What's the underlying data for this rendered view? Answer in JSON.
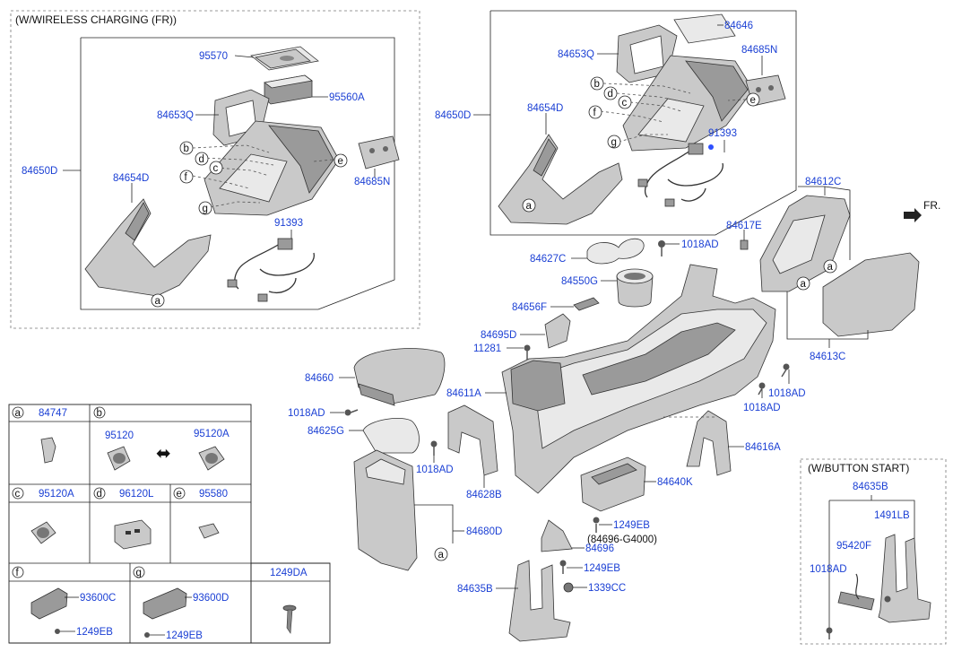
{
  "sections": {
    "wireless_charging": "(W/WIRELESS CHARGING (FR))",
    "button_start": "(W/BUTTON START)",
    "direction": "FR."
  },
  "parts": {
    "p95570": "95570",
    "p95560A": "95560A",
    "p84653Q_l": "84653Q",
    "p84650D_l": "84650D",
    "p84654D_l": "84654D",
    "p84685N_l": "84685N",
    "p91393_l": "91393",
    "p84646": "84646",
    "p84653Q_r": "84653Q",
    "p84685N_r": "84685N",
    "p84650D_r": "84650D",
    "p84654D_r": "84654D",
    "p91393_r": "91393",
    "p84612C": "84612C",
    "p84617E": "84617E",
    "p1018AD_a": "1018AD",
    "p84627C": "84627C",
    "p84550G": "84550G",
    "p84656F": "84656F",
    "p84695D": "84695D",
    "p11281": "11281",
    "p84660": "84660",
    "p84611A": "84611A",
    "p1018AD_b": "1018AD",
    "p84625G": "84625G",
    "p1018AD_c": "1018AD",
    "p84628B": "84628B",
    "p84613C": "84613C",
    "p1018AD_d": "1018AD",
    "p1018AD_e": "1018AD",
    "p84616A": "84616A",
    "p84640K": "84640K",
    "p1249EB_a": "1249EB",
    "p84696_note": "(84696-G4000)",
    "p84696": "84696",
    "p1249EB_b": "1249EB",
    "p1339CC": "1339CC",
    "p84680D": "84680D",
    "p84635B_a": "84635B",
    "p84635B_b": "84635B",
    "p1491LB": "1491LB",
    "p95420F": "95420F",
    "p1018AD_f": "1018AD"
  },
  "callouts": {
    "a": "a",
    "b": "b",
    "c": "c",
    "d": "d",
    "e": "e",
    "f": "f",
    "g": "g"
  },
  "legend": {
    "a_letter": "a",
    "a_part": "84747",
    "b_letter": "b",
    "b_part1": "95120",
    "b_part2": "95120A",
    "b_arrow": "⬌",
    "c_letter": "c",
    "c_part": "95120A",
    "d_letter": "d",
    "d_part": "96120L",
    "e_letter": "e",
    "e_part": "95580",
    "f_letter": "f",
    "f_part1": "93600C",
    "f_part2": "1249EB",
    "g_letter": "g",
    "g_part1": "93600D",
    "g_part2": "1249EB",
    "h_part": "1249DA"
  }
}
